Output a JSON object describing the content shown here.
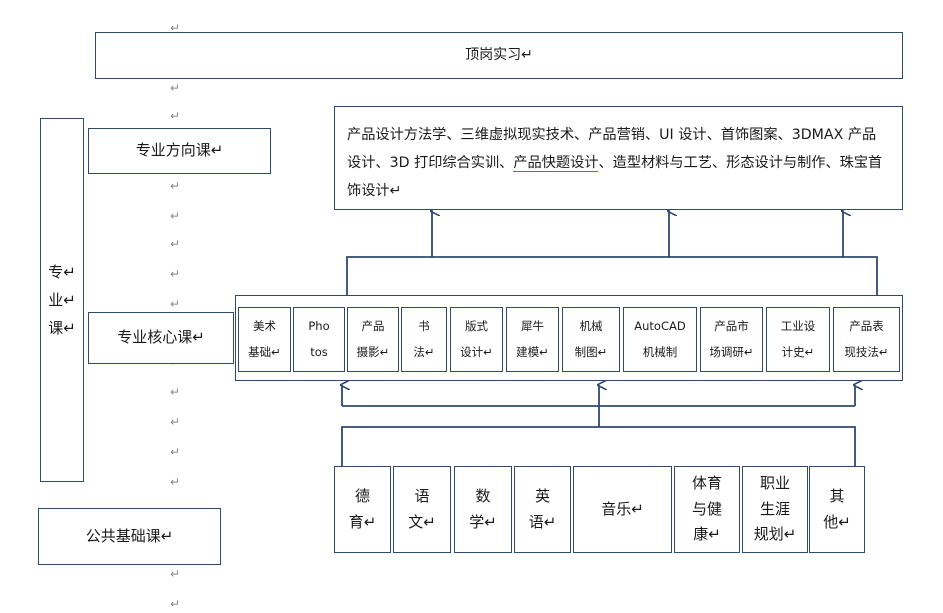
{
  "return_mark": "↵",
  "internship": "顶岗实习↵",
  "direction_course": "专业方向课↵",
  "major_course": "专↵\n业↵\n课↵",
  "core_course": "专业核心课↵",
  "public_course": "公共基础课↵",
  "direction_desc": {
    "part1": "产品设计方法学、三维虚拟现实技术、产品营销、UI 设计、首饰图案、3DMAX 产品设计、3D 打印综合实训、",
    "underlined": "产品快题设计",
    "part2": "、造型材料与工艺、形态设计与制作、珠宝首饰设计↵"
  },
  "core_items": [
    "美术\n基础↵",
    "Pho\ntos",
    "产品\n摄影↵",
    "书\n法↵",
    "版式\n设计↵",
    "犀牛\n建模↵",
    "机械\n制图↵",
    "AutoCAD\n机械制",
    "产品市\n场调研↵",
    "工业设\n计史↵",
    "产品表\n现技法↵"
  ],
  "public_items": [
    "德\n育↵",
    "语\n文↵",
    "数\n学↵",
    "英\n语↵",
    "音乐↵",
    "体育\n与健\n康↵",
    "职业\n生涯\n规划↵",
    "其\n他↵"
  ],
  "colors": {
    "border": "#2f4a6b",
    "arrow": "#2f4a6b",
    "underline": "#4472c4",
    "mark": "#8a8a8a"
  }
}
